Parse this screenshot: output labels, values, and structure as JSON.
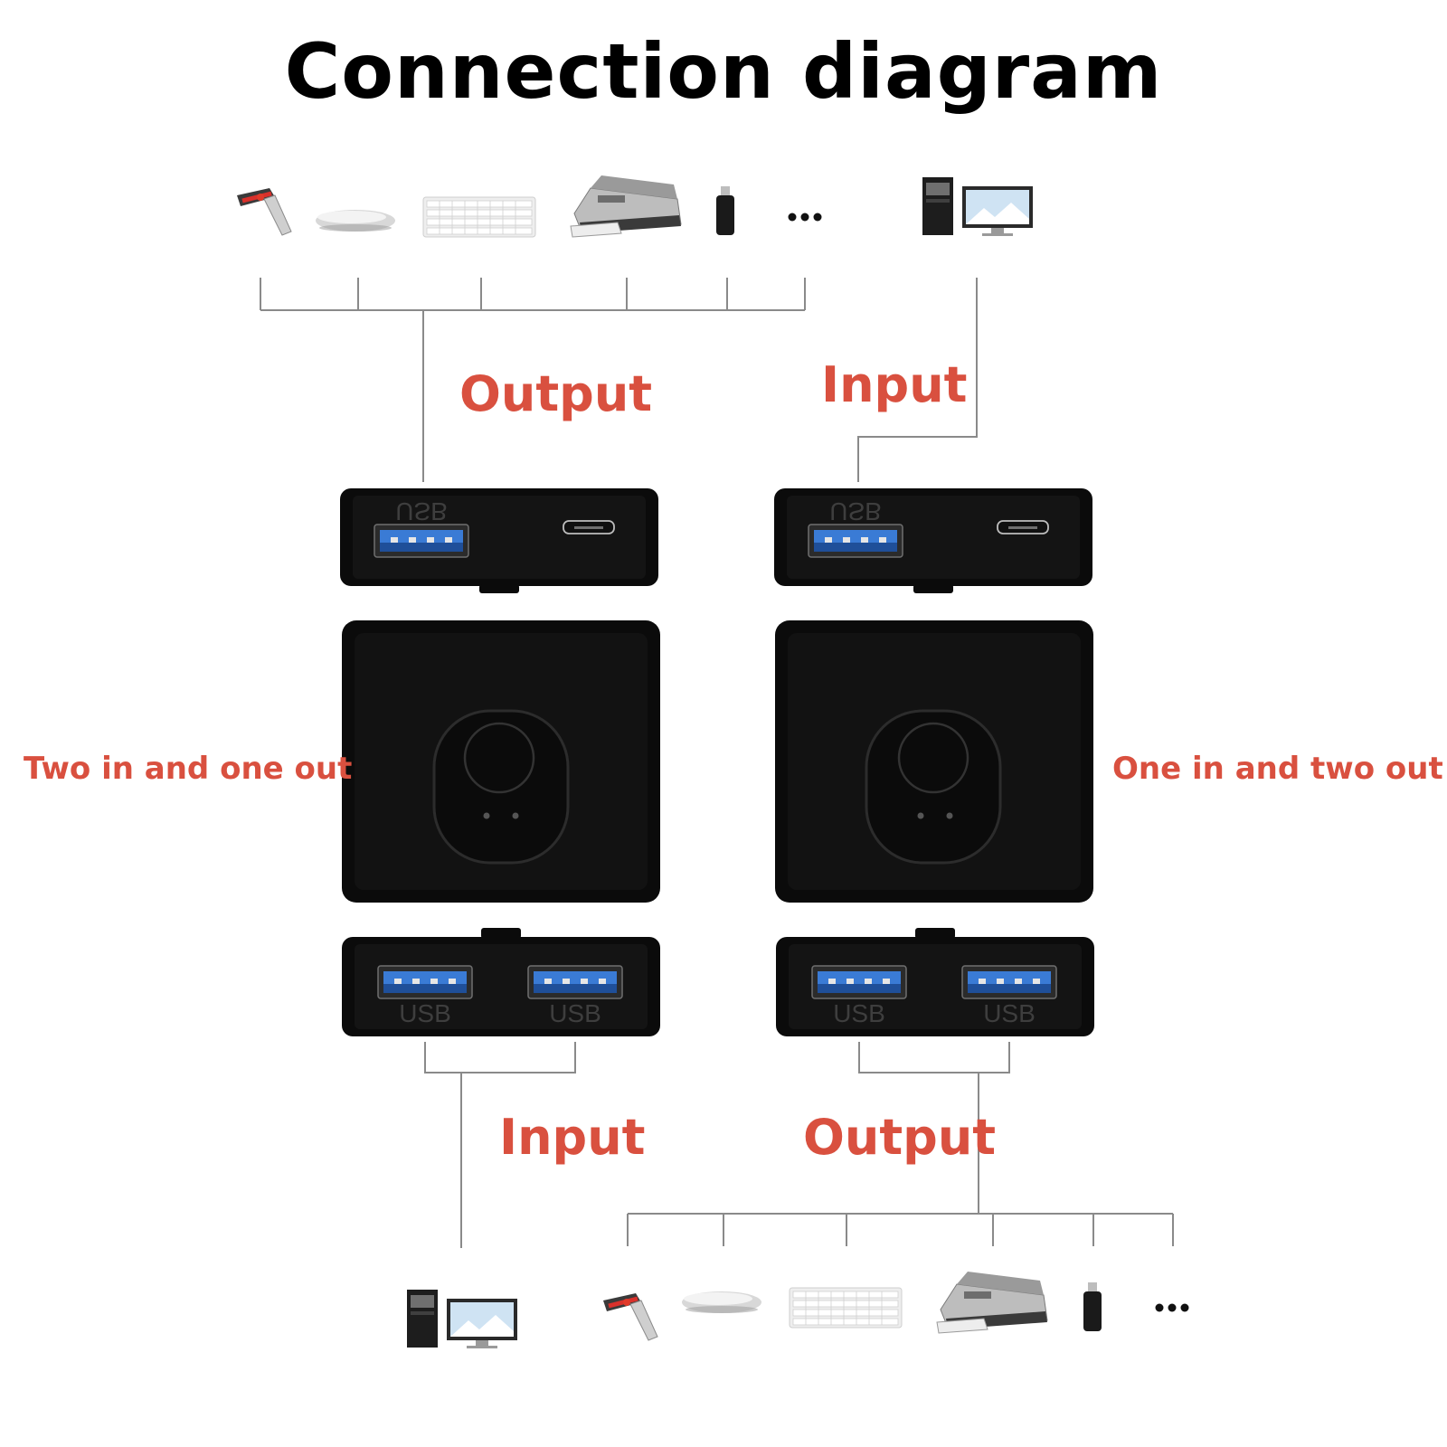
{
  "title": "Connection diagram",
  "labels": {
    "left_top": "Output",
    "right_top": "Input",
    "left_side": "Two in and one out",
    "right_side": "One in and two out",
    "left_bottom": "Input",
    "right_bottom": "Output"
  },
  "port_label": "USB",
  "more_symbol": "•••",
  "colors": {
    "accent": "#d9503f",
    "device": "#0b0b0b",
    "line": "#8a8a8a",
    "usb_port": "#3a7bd5"
  },
  "device_icons": [
    "barcode-scanner-icon",
    "mouse-icon",
    "keyboard-icon",
    "printer-icon",
    "usb-dongle-icon",
    "more-icon",
    "computer-icon"
  ]
}
